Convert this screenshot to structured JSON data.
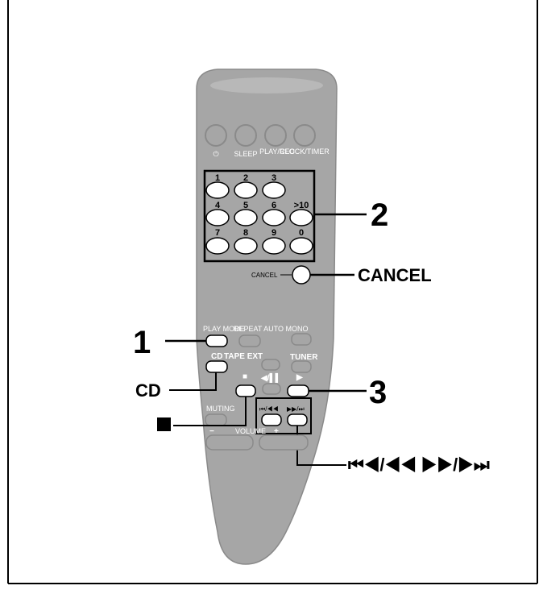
{
  "remote": {
    "top_buttons": [
      {
        "label": "⏻",
        "name": "power-button"
      },
      {
        "label": "SLEEP",
        "name": "sleep-button"
      },
      {
        "label": "PLAY/REC",
        "name": "play-rec-button"
      },
      {
        "label": "CLOCK/TIMER",
        "name": "clock-timer-button"
      }
    ],
    "keypad": {
      "row1": [
        "1",
        "2",
        "3"
      ],
      "row2": [
        "4",
        "5",
        "6",
        ">10"
      ],
      "row3": [
        "7",
        "8",
        "9",
        "0"
      ]
    },
    "cancel_small": "CANCEL",
    "play_mode": "PLAY MODE",
    "repeat_auto_mono": "REPEAT AUTO MONO",
    "cd_small": "CD",
    "tape_ext": "TAPE EXT",
    "tuner": "TUNER",
    "stop_symbol": "■",
    "pause_symbol": "◀/▌▌",
    "play_symbol": "▶",
    "muting": "MUTING",
    "skip_back_small": "⏮/◀◀",
    "skip_fwd_small": "▶▶/⏭",
    "volume_minus": "−",
    "volume_label": "VOLUME",
    "volume_plus": "+"
  },
  "callouts": {
    "two": "2",
    "cancel": "CANCEL",
    "one": "1",
    "cd": "CD",
    "three": "3",
    "stop": "■",
    "skip": "⏮◀/◀◀  ▶▶/▶⏭"
  }
}
